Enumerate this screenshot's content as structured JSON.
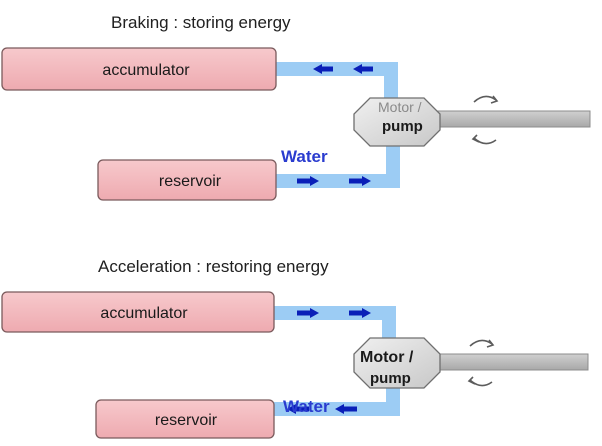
{
  "colors": {
    "tank_fill": "#f3b8bc",
    "tank_stroke": "#7a5a5c",
    "pipe": "#9cccf4",
    "arrow": "#0a1fb8",
    "water_label": "#2a3ccf",
    "motor_fill": "#dcdcdc",
    "motor_stroke": "#6f6f6f",
    "shaft_fill": "#b9b9b9",
    "rotation_icon": "#5c5c5c"
  },
  "braking": {
    "title": "Braking : storing energy",
    "accumulator_label": "accumulator",
    "reservoir_label": "reservoir",
    "water_label": "Water",
    "motor_label_line1": "Motor /",
    "motor_label_line2": "pump",
    "flow_direction": "into accumulator"
  },
  "acceleration": {
    "title": "Acceleration : restoring energy",
    "accumulator_label": "accumulator",
    "reservoir_label": "reservoir",
    "water_label": "Water",
    "motor_label_line1": "Motor /",
    "motor_label_line2": "pump",
    "flow_direction": "into reservoir"
  },
  "icons": {
    "flow_arrow": "flow-arrow-icon",
    "rotation": "rotation-arrows-icon"
  }
}
